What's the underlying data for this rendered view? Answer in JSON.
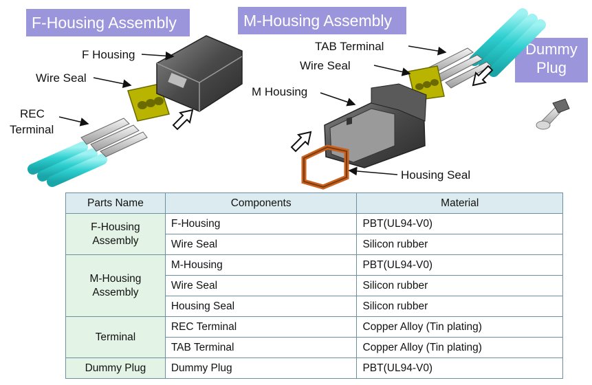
{
  "banners": {
    "f_housing_assembly": "F-Housing Assembly",
    "m_housing_assembly": "M-Housing Assembly",
    "dummy_plug": "Dummy Plug"
  },
  "callouts": {
    "f_housing": "F Housing",
    "wire_seal_left": "Wire Seal",
    "rec_terminal_line1": "REC",
    "rec_terminal_line2": "Terminal",
    "tab_terminal": "TAB Terminal",
    "wire_seal_right": "Wire Seal",
    "m_housing": "M Housing",
    "housing_seal": "Housing Seal"
  },
  "colors": {
    "banner": "#9b96dc",
    "wire": "#2ecfd0",
    "seal_yellow": "#b8b400",
    "seal_orange": "#c9611f",
    "housing_gray": "#4a4a4a",
    "table_header": "#dcebef",
    "table_group": "#e3f3e6"
  },
  "table": {
    "headers": [
      "Parts Name",
      "Components",
      "Material"
    ],
    "groups": [
      {
        "name": "F-Housing Assembly",
        "rows": [
          {
            "component": "F-Housing",
            "material": "PBT(UL94-V0)"
          },
          {
            "component": "Wire Seal",
            "material": "Silicon rubber"
          }
        ]
      },
      {
        "name": "M-Housing Assembly",
        "rows": [
          {
            "component": "M-Housing",
            "material": "PBT(UL94-V0)"
          },
          {
            "component": "Wire Seal",
            "material": "Silicon rubber"
          },
          {
            "component": "Housing Seal",
            "material": "Silicon rubber"
          }
        ]
      },
      {
        "name": "Terminal",
        "rows": [
          {
            "component": "REC Terminal",
            "material": "Copper Alloy (Tin plating)"
          },
          {
            "component": "TAB Terminal",
            "material": "Copper Alloy (Tin plating)"
          }
        ]
      },
      {
        "name": "Dummy Plug",
        "rows": [
          {
            "component": "Dummy Plug",
            "material": "PBT(UL94-V0)"
          }
        ]
      }
    ]
  }
}
